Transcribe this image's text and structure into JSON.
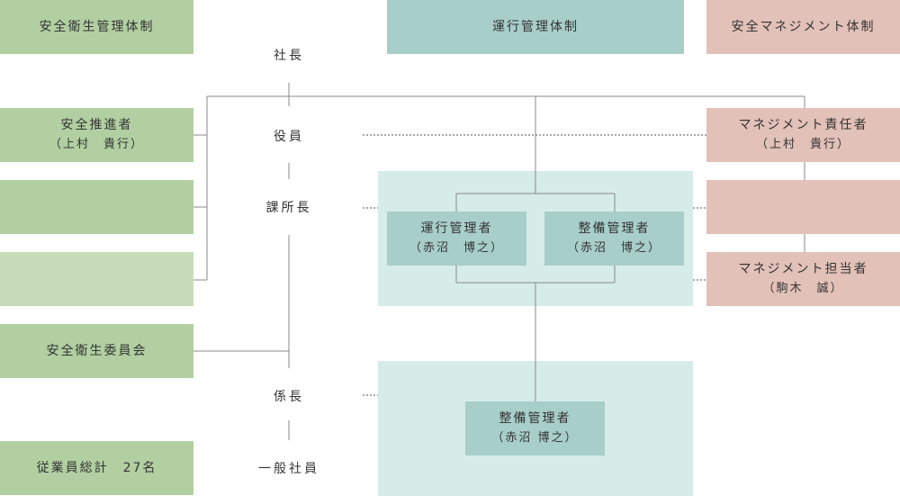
{
  "headers": {
    "safety_health": "安全衛生管理体制",
    "operation": "運行管理体制",
    "safety_management": "安全マネジメント体制"
  },
  "roles": {
    "president": "社長",
    "officer": "役員",
    "section_chief": "課所長",
    "subsection_chief": "係長",
    "general_staff": "一般社員"
  },
  "left": {
    "safety_promoter": {
      "title": "安全推進者",
      "name": "（上村　貴行）"
    },
    "safety_committee": "安全衛生委員会",
    "employees_total": "従業員総計　27名"
  },
  "middle": {
    "operation_manager": {
      "title": "運行管理者",
      "name": "（赤沼　博之）"
    },
    "maintenance_manager_top": {
      "title": "整備管理者",
      "name": "（赤沼　博之）"
    },
    "maintenance_manager_bottom": {
      "title": "整備管理者",
      "name": "（赤沼 博之）"
    }
  },
  "right": {
    "management_responsible": {
      "title": "マネジメント責任者",
      "name": "（上村　貴行）"
    },
    "management_staff": {
      "title": "マネジメント担当者",
      "name": "（駒木　誠）"
    }
  },
  "colors": {
    "green": "#b2cfa2",
    "green_light": "#c6dcb9",
    "teal": "#a8cec9",
    "teal_area": "#d6ece8",
    "pink": "#e2c1b8"
  }
}
